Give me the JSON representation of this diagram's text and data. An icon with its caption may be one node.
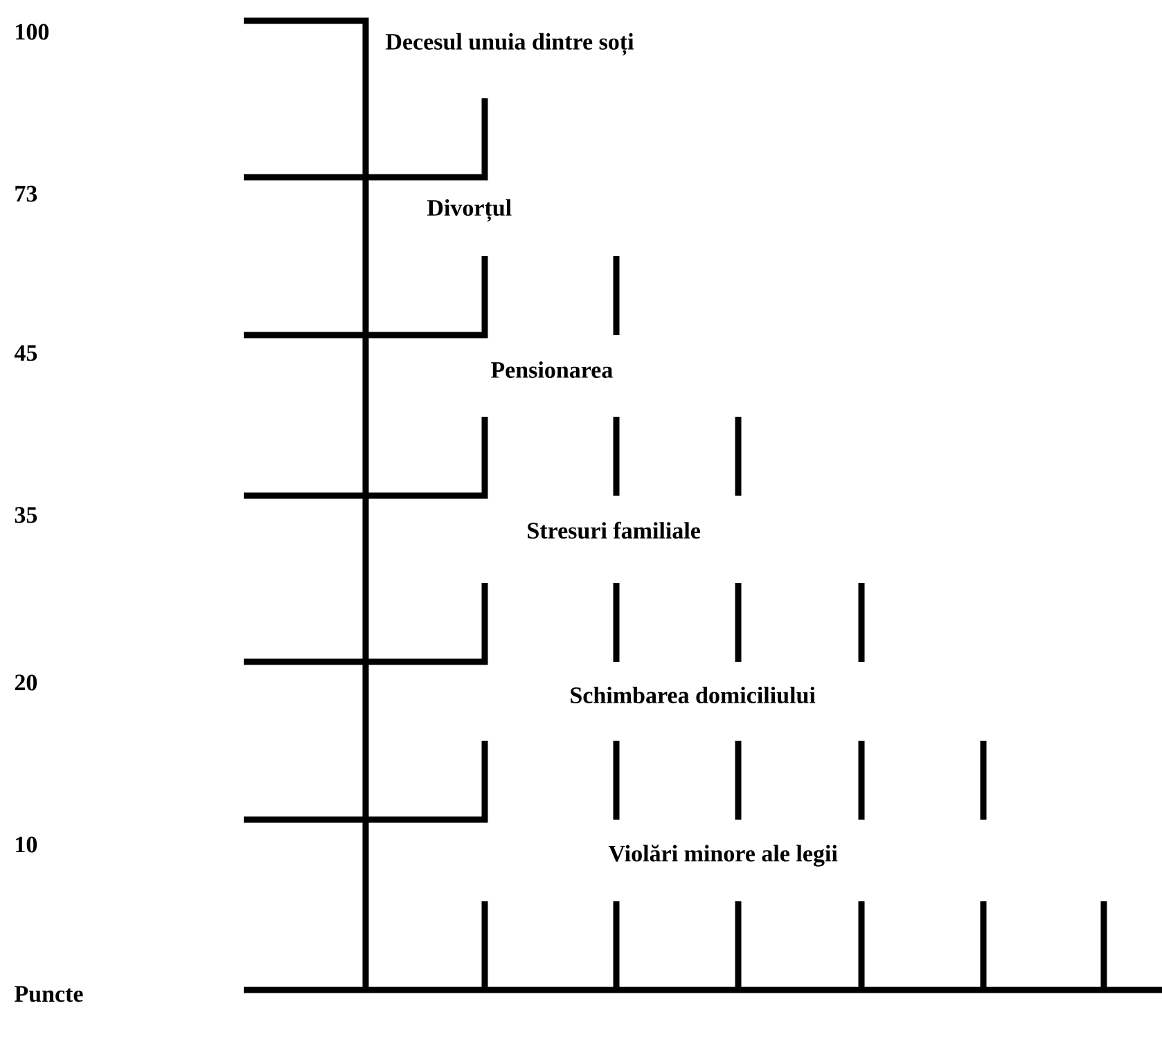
{
  "diagram": {
    "labels": [
      "100",
      "Decesul unuia dintre soți",
      "73",
      "Divorțul",
      "45",
      "Pensionarea",
      "35",
      "Stresuri familiale",
      "20",
      "Schimbarea domiciliului",
      "10",
      "Violări minore ale legii",
      "Puncte"
    ]
  }
}
